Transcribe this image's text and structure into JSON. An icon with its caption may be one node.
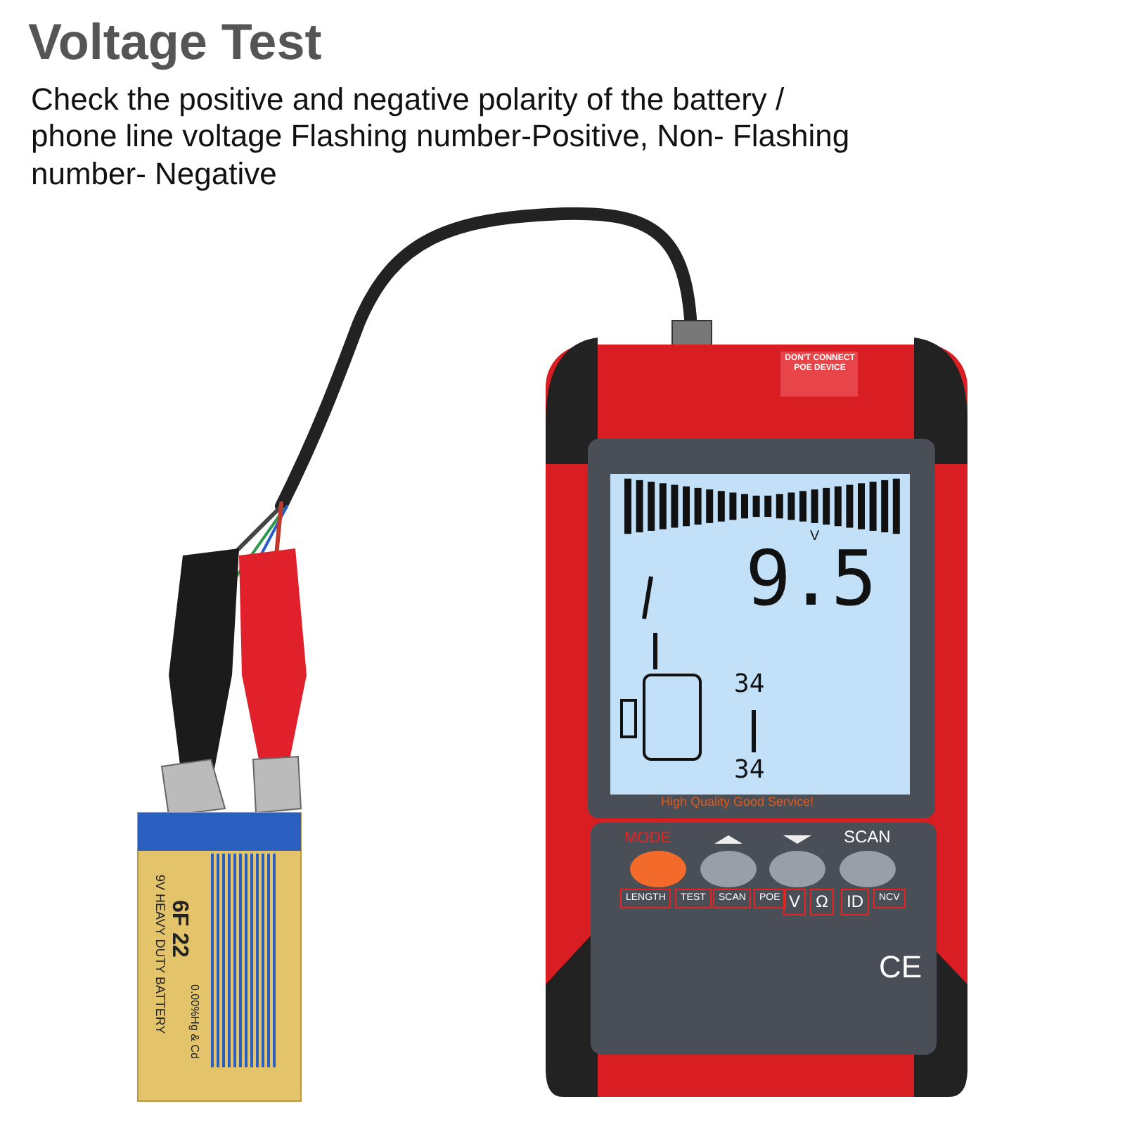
{
  "diagram": {
    "title": "Voltage Test",
    "labels": [
      "Check the positive and negative polarity of the battery / phone line voltage Flashing number-Positive, Non- Flashing number- Negative",
      "DON'T CONNECT POE DEVICE",
      "V",
      "9.5",
      "34",
      "34",
      "High Quality Good Service!",
      "MODE",
      "SCAN",
      "LENGTH",
      "TEST",
      "SCAN",
      "POE",
      "V",
      "Ω",
      "ID",
      "NCV",
      "CE",
      "6F 22",
      "0.00%Hg & Cd",
      "9V HEAVY DUTY BATTERY"
    ]
  }
}
